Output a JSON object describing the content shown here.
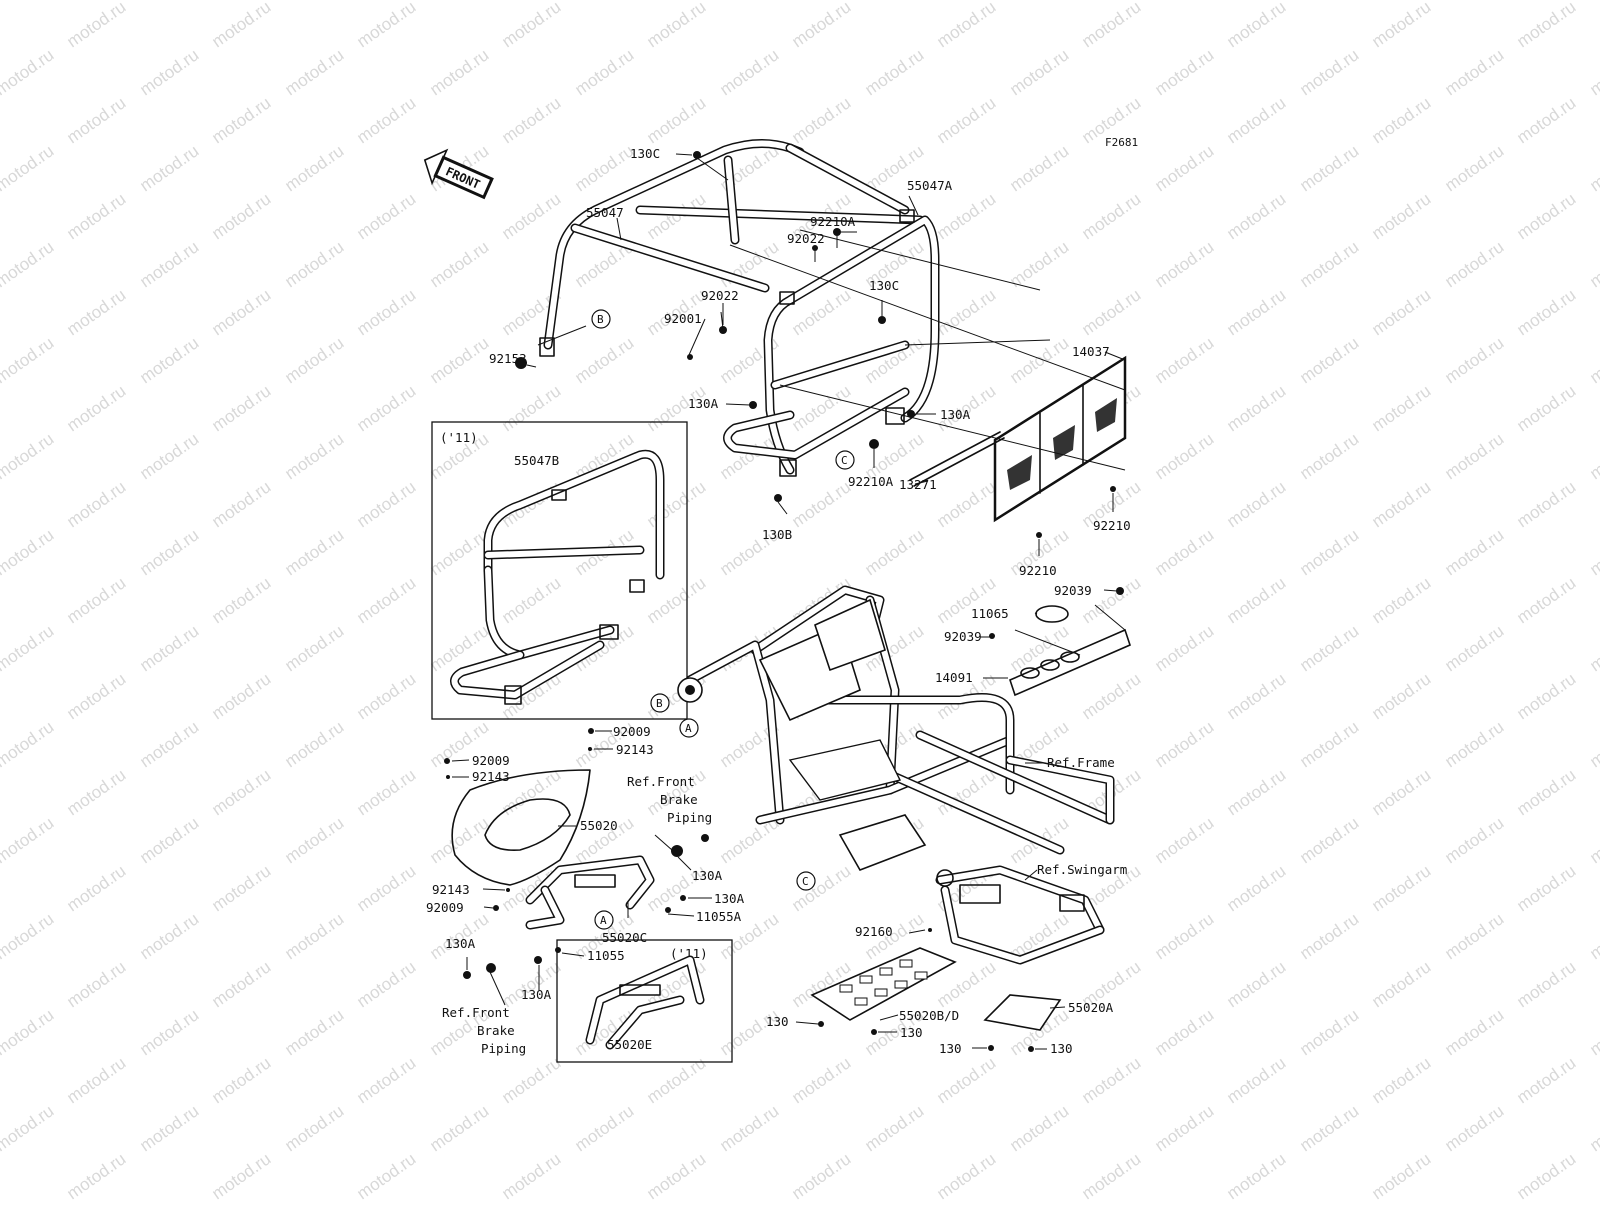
{
  "figure_code": "F2681",
  "front_marker": "FRONT",
  "watermark": "motod.ru",
  "inset_variant_label": "('11)",
  "circle_refs": [
    "A",
    "B",
    "C"
  ],
  "labels": {
    "l_130c_top": "130C",
    "l_55047": "55047",
    "l_55047a": "55047A",
    "l_92210a_top": "92210A",
    "l_92022_top": "92022",
    "l_92022_mid": "92022",
    "l_92001": "92001",
    "l_130c_mid": "130C",
    "l_92153": "92153",
    "l_14037": "14037",
    "l_130a_left": "130A",
    "l_130a_right": "130A",
    "l_92210a_bot": "92210A",
    "l_13271": "13271",
    "l_130b": "130B",
    "l_92210_r": "92210",
    "l_92210_b": "92210",
    "l_55047b": "55047B",
    "l_92039_top": "92039",
    "l_11065": "11065",
    "l_92039_mid": "92039",
    "l_14091": "14091",
    "l_92009_a": "92009",
    "l_92143_a": "92143",
    "l_92009_b": "92009",
    "l_92143_b": "92143",
    "l_ref_frame": "Ref.Frame",
    "l_ref_front_brake_1": "Ref.Front\nBrake\nPiping",
    "l_55020": "55020",
    "l_130a_c": "130A",
    "l_ref_swingarm": "Ref.Swingarm",
    "l_92143_c": "92143",
    "l_130a_d": "130A",
    "l_92009_c": "92009",
    "l_55020c": "55020C",
    "l_11055a": "11055A",
    "l_130a_e": "130A",
    "l_11055": "11055",
    "l_92160": "92160",
    "l_130a_f": "130A",
    "l_ref_front_brake_2": "Ref.Front\nBrake\nPiping",
    "l_55020e": "55020E",
    "l_130_a": "130",
    "l_55020bd": "55020B/D",
    "l_130_b": "130",
    "l_55020a": "55020A",
    "l_130_c": "130",
    "l_130_d": "130"
  }
}
